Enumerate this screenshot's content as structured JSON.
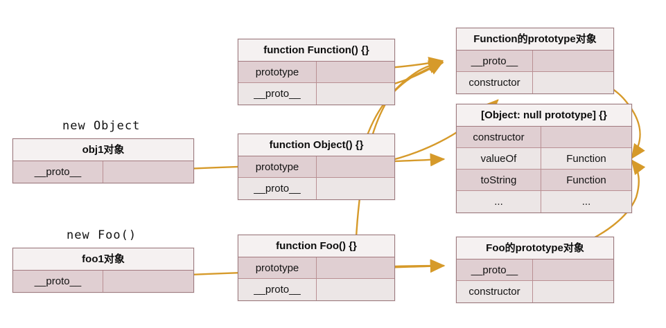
{
  "theme": {
    "arrow_color": "#d69a2a",
    "box_border": "#9c7a7e",
    "row_dark": "#e0cfd2",
    "row_light": "#ece6e6",
    "header_bg": "#f5f1f1",
    "background": "#ffffff"
  },
  "labels": {
    "new_object": "new Object",
    "new_foo": "new Foo()"
  },
  "boxes": {
    "obj1": {
      "title": "obj1对象",
      "rows": [
        {
          "key": "__proto__",
          "value": ""
        }
      ]
    },
    "foo1": {
      "title": "foo1对象",
      "rows": [
        {
          "key": "__proto__",
          "value": ""
        }
      ]
    },
    "fn_function": {
      "title": "function Function() {}",
      "rows": [
        {
          "key": "prototype",
          "value": ""
        },
        {
          "key": "__proto__",
          "value": ""
        }
      ]
    },
    "fn_object": {
      "title": "function Object() {}",
      "rows": [
        {
          "key": "prototype",
          "value": ""
        },
        {
          "key": "__proto__",
          "value": ""
        }
      ]
    },
    "fn_foo": {
      "title": "function Foo() {}",
      "rows": [
        {
          "key": "prototype",
          "value": ""
        },
        {
          "key": "__proto__",
          "value": ""
        }
      ]
    },
    "function_proto": {
      "title": "Function的prototype对象",
      "rows": [
        {
          "key": "__proto__",
          "value": ""
        },
        {
          "key": "constructor",
          "value": ""
        }
      ]
    },
    "object_proto": {
      "title": "[Object: null prototype] {}",
      "rows": [
        {
          "key": "constructor",
          "value": ""
        },
        {
          "key": "valueOf",
          "value": "Function"
        },
        {
          "key": "toString",
          "value": "Function"
        },
        {
          "key": "...",
          "value": "..."
        }
      ]
    },
    "foo_proto": {
      "title": "Foo的prototype对象",
      "rows": [
        {
          "key": "__proto__",
          "value": ""
        },
        {
          "key": "constructor",
          "value": ""
        }
      ]
    }
  },
  "connections": [
    {
      "name": "obj1-proto-to-object-prototype",
      "from": "obj1.__proto__",
      "to": "object_proto.valueOf"
    },
    {
      "name": "foo1-proto-to-foo-prototype",
      "from": "foo1.__proto__",
      "to": "foo_proto.__proto__"
    },
    {
      "name": "function-prototype-field-to-function-proto-object",
      "from": "fn_function.prototype",
      "to": "function_proto.__proto__"
    },
    {
      "name": "function-dunder-proto-to-function-proto-object",
      "from": "fn_function.__proto__",
      "to": "function_proto.__proto__"
    },
    {
      "name": "object-dunder-proto-to-function-proto-object",
      "from": "fn_object.__proto__",
      "to": "function_proto.__proto__"
    },
    {
      "name": "foo-dunder-proto-to-function-proto-object",
      "from": "fn_foo.__proto__",
      "to": "function_proto.__proto__"
    },
    {
      "name": "object-prototype-field-to-object-proto-object",
      "from": "fn_object.prototype",
      "to": "object_proto.title"
    },
    {
      "name": "foo-prototype-field-to-foo-proto-object",
      "from": "fn_foo.prototype",
      "to": "foo_proto.__proto__"
    },
    {
      "name": "function-proto-dunder-to-object-prototype",
      "from": "function_proto.__proto__",
      "to": "object_proto.valueOf"
    },
    {
      "name": "foo-proto-dunder-to-object-prototype",
      "from": "foo_proto.__proto__",
      "to": "object_proto.valueOf"
    }
  ]
}
